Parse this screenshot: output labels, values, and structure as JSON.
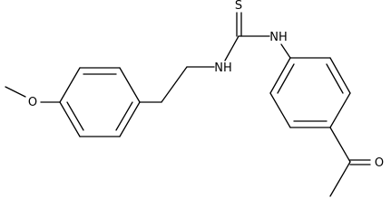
{
  "molecule": {
    "atoms": {
      "sulfur": "S",
      "nh_left": "NH",
      "nh_right": "NH",
      "oxygen_methoxy": "O",
      "oxygen_carbonyl": "O"
    }
  }
}
